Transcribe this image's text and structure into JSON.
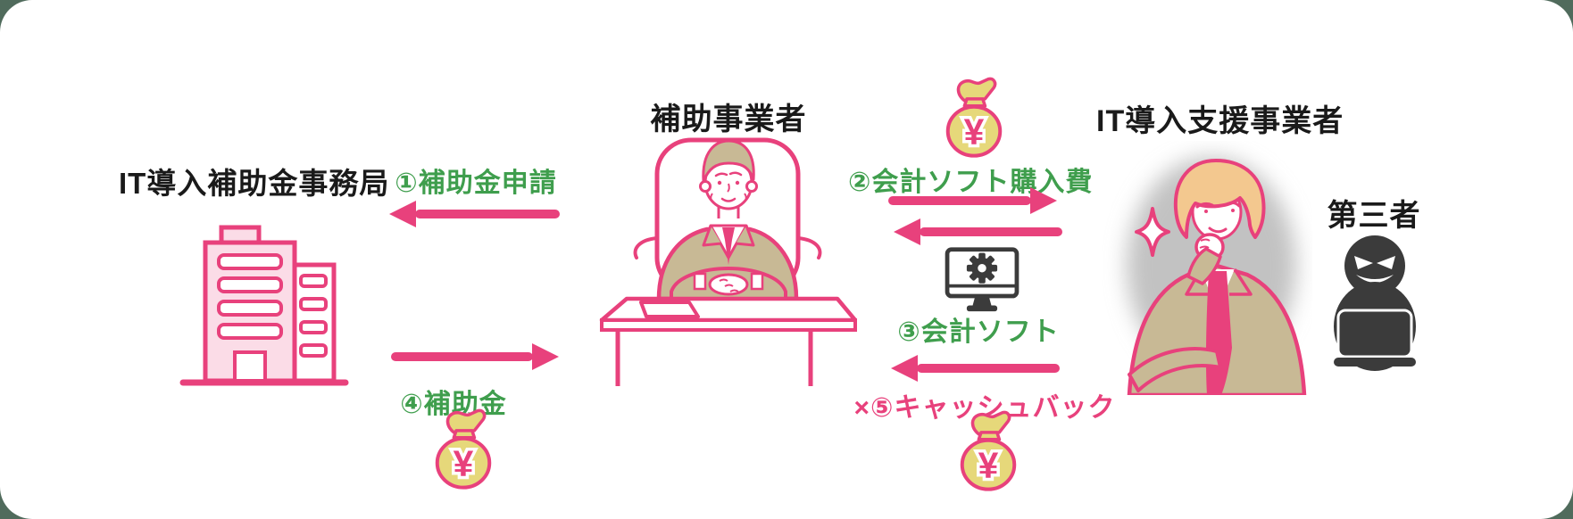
{
  "diagram": {
    "actors": {
      "office": {
        "label": "IT導入補助金事務局",
        "icon": "office-building-icon"
      },
      "applicant": {
        "label": "補助事業者",
        "icon": "businessman-at-desk-illustration"
      },
      "vendor": {
        "label": "IT導入支援事業者",
        "icon": "it-vendor-illustration"
      },
      "third_party": {
        "label": "第三者",
        "icon": "hacker-silhouette-icon"
      }
    },
    "flows": [
      {
        "label": "①補助金申請",
        "direction": "left",
        "color": "#3F9E4D"
      },
      {
        "label": "②会計ソフト購入費",
        "direction": "right",
        "color": "#3F9E4D"
      },
      {
        "label": "③会計ソフト",
        "direction": "left",
        "color": "#3F9E4D"
      },
      {
        "label": "④補助金",
        "direction": "right",
        "color": "#3F9E4D"
      },
      {
        "label": "×⑤キャッシュバック",
        "direction": "left",
        "color": "#E8417C"
      }
    ],
    "icons": {
      "money_bag_symbol": "¥"
    },
    "colors": {
      "arrow_pink": "#E8417C",
      "label_green": "#3F9E4D",
      "label_pink": "#E8417C",
      "text_black": "#1A1A1A",
      "icon_dark_gray": "#3B3B3B",
      "bag_yellow": "#E6D87A",
      "suit_tan": "#C8B995",
      "hair_orange": "#F3C88F",
      "building_pink_fill": "#FBDCE7",
      "outer_background": "#506B5C",
      "card_background": "#FFFFFF"
    }
  }
}
